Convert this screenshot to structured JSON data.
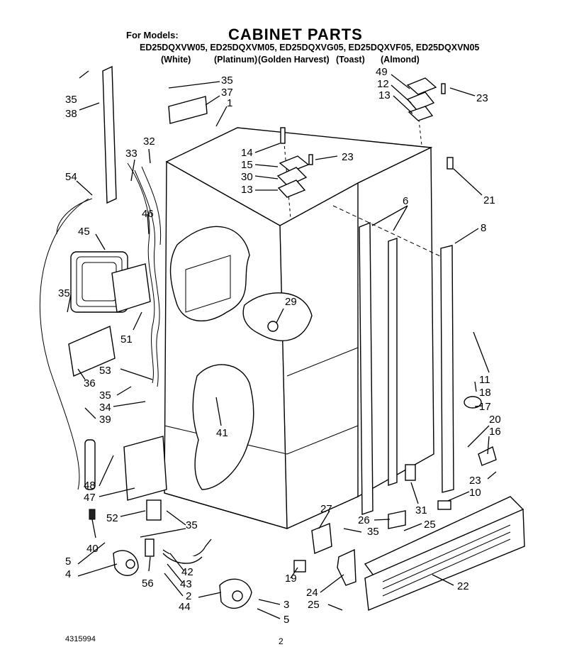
{
  "header": {
    "for_models": "For Models:",
    "title": "CABINET PARTS",
    "models": "ED25DQXVW05, ED25DQXVM05, ED25DQXVG05, ED25DQXVF05, ED25DQXVN05",
    "colors": [
      "(White)",
      "(Platinum)",
      "(Golden Harvest)",
      "(Toast)",
      "(Almond)"
    ]
  },
  "footer": {
    "doc_number": "4315994",
    "page": "2"
  },
  "callouts": [
    "35",
    "38",
    "35",
    "37",
    "1",
    "49",
    "12",
    "13",
    "23",
    "14",
    "15",
    "23",
    "30",
    "13",
    "21",
    "32",
    "33",
    "54",
    "46",
    "45",
    "35",
    "51",
    "6",
    "8",
    "29",
    "11",
    "18",
    "17",
    "53",
    "35",
    "34",
    "39",
    "36",
    "41",
    "20",
    "16",
    "23",
    "10",
    "48",
    "47",
    "52",
    "35",
    "27",
    "26",
    "35",
    "25",
    "31",
    "22",
    "40",
    "5",
    "4",
    "56",
    "42",
    "43",
    "44",
    "19",
    "24",
    "2",
    "3",
    "25",
    "5"
  ]
}
